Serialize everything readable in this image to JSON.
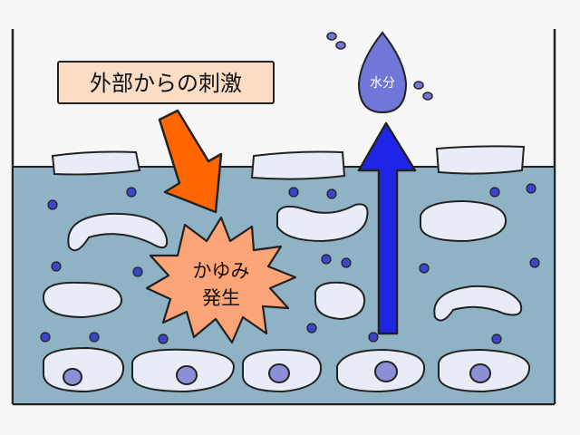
{
  "labels": {
    "external_stimulus": "外部からの刺激",
    "itch_line1": "かゆみ",
    "itch_line2": "発生",
    "water": "水分"
  },
  "colors": {
    "background": "#f7f7f7",
    "skin_layer": "#8fb3c4",
    "cell": "#e8ecf6",
    "cell_nucleus": "#8c8fd6",
    "dot": "#3a46c9",
    "stimulus_box": "#fbdcc4",
    "stimulus_arrow": "#ff6600",
    "itch_burst": "#fba477",
    "water_arrow": "#1f25e6",
    "water_drop": "#7077d8"
  },
  "icons": {
    "stimulus_arrow": "down-right-arrow",
    "water_arrow": "up-arrow",
    "water_drop": "water-drop-icon",
    "itch_burst": "starburst"
  }
}
